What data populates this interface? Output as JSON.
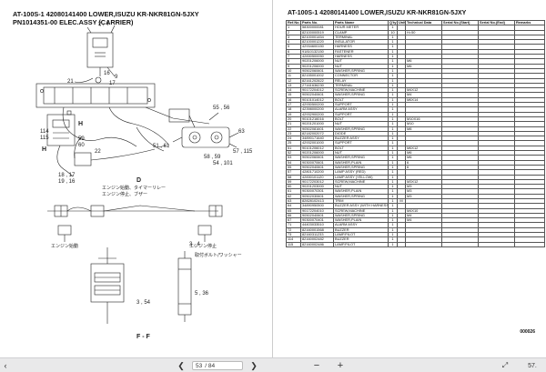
{
  "left_page": {
    "title_line1": "AT-100S-1 42080141400 LOWER,ISUZU KR-NKR81GN-5JXY",
    "title_line2": "PN1014351-00 ELEC.ASSY (CARRIER)",
    "labels": {
      "top_2_4": "2 , 4",
      "top_9": "9",
      "top_17": "17",
      "l_21": "21",
      "l_16": "16",
      "sec_H1": "H",
      "sec_H2": "H",
      "l_114": "114",
      "l_115": "115",
      "l_59": "59",
      "l_60": "60",
      "l_22": "22",
      "l_18_17": "18 , 17",
      "l_19_16": "19 , 16",
      "l_55_56": "55 , 56",
      "l_63": "63",
      "l_57_115": "57 , 115",
      "l_51_61": "51 , 61",
      "l_58_59": "58 , 59",
      "l_54_101": "54 , 101",
      "sec_D": "D",
      "jp_d1": "エンジン始動、タイマーリレー",
      "jp_d2": "エンジン停止、ブザー",
      "jp_e1": "エンジン始動",
      "jp_e2": "エンジン停止",
      "l_3_4": "3 , 4",
      "jp_f1": "取付ボルト/ワッシャー",
      "l_5_36": "5 , 36",
      "l_3_54": "3 , 54",
      "sec_FF": "F - F"
    }
  },
  "right_page": {
    "title": "AT-100S-1 42080141400 LOWER,ISUZU KR-NKR81GN-5JXY",
    "columns": [
      "Ref.No.",
      "Parts No.",
      "Parts Name",
      "Q'ty",
      "Unit",
      "Technical Data",
      "Serial No.(Start)",
      "Serial No.(End)",
      "Remarks"
    ],
    "rows": [
      [
        "1",
        "58300000081",
        "HOUR METER",
        "1",
        "",
        "",
        "",
        "",
        ""
      ],
      [
        "2",
        "82100000519",
        "CLAMP",
        "10",
        "",
        "H=50",
        "",
        "",
        ""
      ],
      [
        "3",
        "82100001454",
        "TERMINAL",
        "1",
        "",
        "",
        "",
        "",
        ""
      ],
      [
        "4",
        "82100001220",
        "INSULATOR",
        "1",
        "",
        "",
        "",
        "",
        ""
      ],
      [
        "5",
        "42934600150",
        "HARNESS",
        "1",
        "",
        "",
        "",
        "",
        ""
      ],
      [
        "6",
        "91810132150",
        "FASTENER",
        "1",
        "",
        "",
        "",
        "",
        ""
      ],
      [
        "7",
        "42830500050",
        "HARNESS",
        "1",
        "",
        "",
        "",
        "",
        ""
      ],
      [
        "8",
        "90201206000",
        "NUT",
        "1",
        "",
        "M6",
        "",
        "",
        ""
      ],
      [
        "9",
        "90201206000",
        "NUT",
        "1",
        "",
        "M6",
        "",
        "",
        ""
      ],
      [
        "10",
        "90502060601",
        "WASHER,SPRING",
        "1",
        "",
        "",
        "",
        "",
        ""
      ],
      [
        "11",
        "82155001002",
        "CONNECTOR",
        "1",
        "",
        "",
        "",
        "",
        ""
      ],
      [
        "12",
        "82161202822",
        "RELAY",
        "1",
        "",
        "",
        "",
        "",
        ""
      ],
      [
        "13",
        "27161636230",
        "TERMINAL",
        "1",
        "",
        "",
        "",
        "",
        ""
      ],
      [
        "14",
        "90172204012",
        "SCREW,MACHINE",
        "1",
        "",
        "M4X12",
        "",
        "",
        ""
      ],
      [
        "15",
        "90502040601",
        "WASHER,SPRING",
        "1",
        "",
        "M4",
        "",
        "",
        ""
      ],
      [
        "16",
        "90101014012",
        "BOLT",
        "1",
        "",
        "M6X14",
        "",
        "",
        ""
      ],
      [
        "17",
        "42930500200",
        "SUPPORT",
        "1",
        "",
        "",
        "",
        "",
        ""
      ],
      [
        "18",
        "42398000200",
        "ALARM ASSY",
        "1",
        "",
        "",
        "",
        "",
        ""
      ],
      [
        "19",
        "42932900200",
        "SUPPORT",
        "1",
        "",
        "",
        "",
        "",
        ""
      ],
      [
        "20",
        "90101216016",
        "BOLT",
        "1",
        "",
        "M10X16",
        "",
        "",
        ""
      ],
      [
        "21",
        "90201201000",
        "NUT",
        "1",
        "",
        "M10",
        "",
        "",
        ""
      ],
      [
        "22",
        "90502081601",
        "WASHER,SPRING",
        "1",
        "",
        "M8",
        "",
        "",
        ""
      ],
      [
        "23",
        "82182002072",
        "DIODE",
        "1",
        "",
        "",
        "",
        "",
        ""
      ],
      [
        "24",
        "34890171640",
        "BUZZER ASSY",
        "1",
        "",
        "",
        "",
        "",
        ""
      ],
      [
        "25",
        "42932001000",
        "SUPPORT",
        "1",
        "",
        "",
        "",
        "",
        ""
      ],
      [
        "51",
        "90101206012",
        "BOLT",
        "1",
        "",
        "M6X12",
        "",
        "",
        ""
      ],
      [
        "52",
        "90201206000",
        "NUT",
        "1",
        "",
        "M6",
        "",
        "",
        ""
      ],
      [
        "53",
        "90502060601",
        "WASHER,SPRING",
        "1",
        "",
        "M6",
        "",
        "",
        ""
      ],
      [
        "54",
        "90300070601",
        "WASHER,PLAIN",
        "1",
        "",
        "6",
        "",
        "",
        ""
      ],
      [
        "55",
        "90502040601",
        "WASHER,SPRING",
        "1",
        "",
        "6",
        "",
        "",
        ""
      ],
      [
        "57",
        "42801710200",
        "LAMP ASSY (RED)",
        "1",
        "",
        "",
        "",
        "",
        ""
      ],
      [
        "58",
        "42830101120",
        "LAMP ASSY (YELLOW)",
        "1",
        "",
        "",
        "",
        "",
        ""
      ],
      [
        "59",
        "90172203012",
        "SCREW,MACHINE",
        "1",
        "",
        "M3X12",
        "",
        "",
        ""
      ],
      [
        "60",
        "90201203000",
        "NUT",
        "1",
        "",
        "M3",
        "",
        "",
        ""
      ],
      [
        "61",
        "90300070301",
        "WASHER,PLAIN",
        "1",
        "",
        "M3",
        "",
        "",
        ""
      ],
      [
        "62",
        "90502030601",
        "WASHER,SPRING",
        "1",
        "",
        "M3",
        "",
        "",
        ""
      ],
      [
        "63",
        "82828102413",
        "TRIM",
        "1",
        "M",
        "",
        "",
        "",
        ""
      ],
      [
        "64",
        "34890950500",
        "BUZZER ASSY (WITH HARNESS)",
        "1",
        "",
        "",
        "",
        "",
        ""
      ],
      [
        "65",
        "90172204010",
        "SCREW,MACHINE",
        "1",
        "",
        "M4X10",
        "",
        "",
        ""
      ],
      [
        "66",
        "90502040601",
        "WASHER,SPRING",
        "1",
        "",
        "M4",
        "",
        "",
        ""
      ],
      [
        "67",
        "90300070401",
        "WASHER,PLAIN",
        "1",
        "",
        "M4",
        "",
        "",
        ""
      ],
      [
        "71",
        "44403033510",
        "ALARM ASSY",
        "1",
        "",
        "",
        "",
        "",
        ""
      ],
      [
        "72",
        "82160001568",
        "BUZZER",
        "1",
        "",
        "",
        "",
        "",
        ""
      ],
      [
        "73",
        "82160311233",
        "LAMP,PILOT",
        "1",
        "",
        "",
        "",
        "",
        ""
      ],
      [
        "114",
        "82160002482",
        "BUZZER",
        "1",
        "",
        "",
        "",
        "",
        ""
      ],
      [
        "115",
        "82160002486",
        "LAMP,PILOT",
        "1",
        "",
        "",
        "",
        "",
        ""
      ]
    ],
    "page_number": "000026"
  },
  "viewer": {
    "current_page": "53",
    "total_label": "/ 84",
    "zoom": "57."
  }
}
